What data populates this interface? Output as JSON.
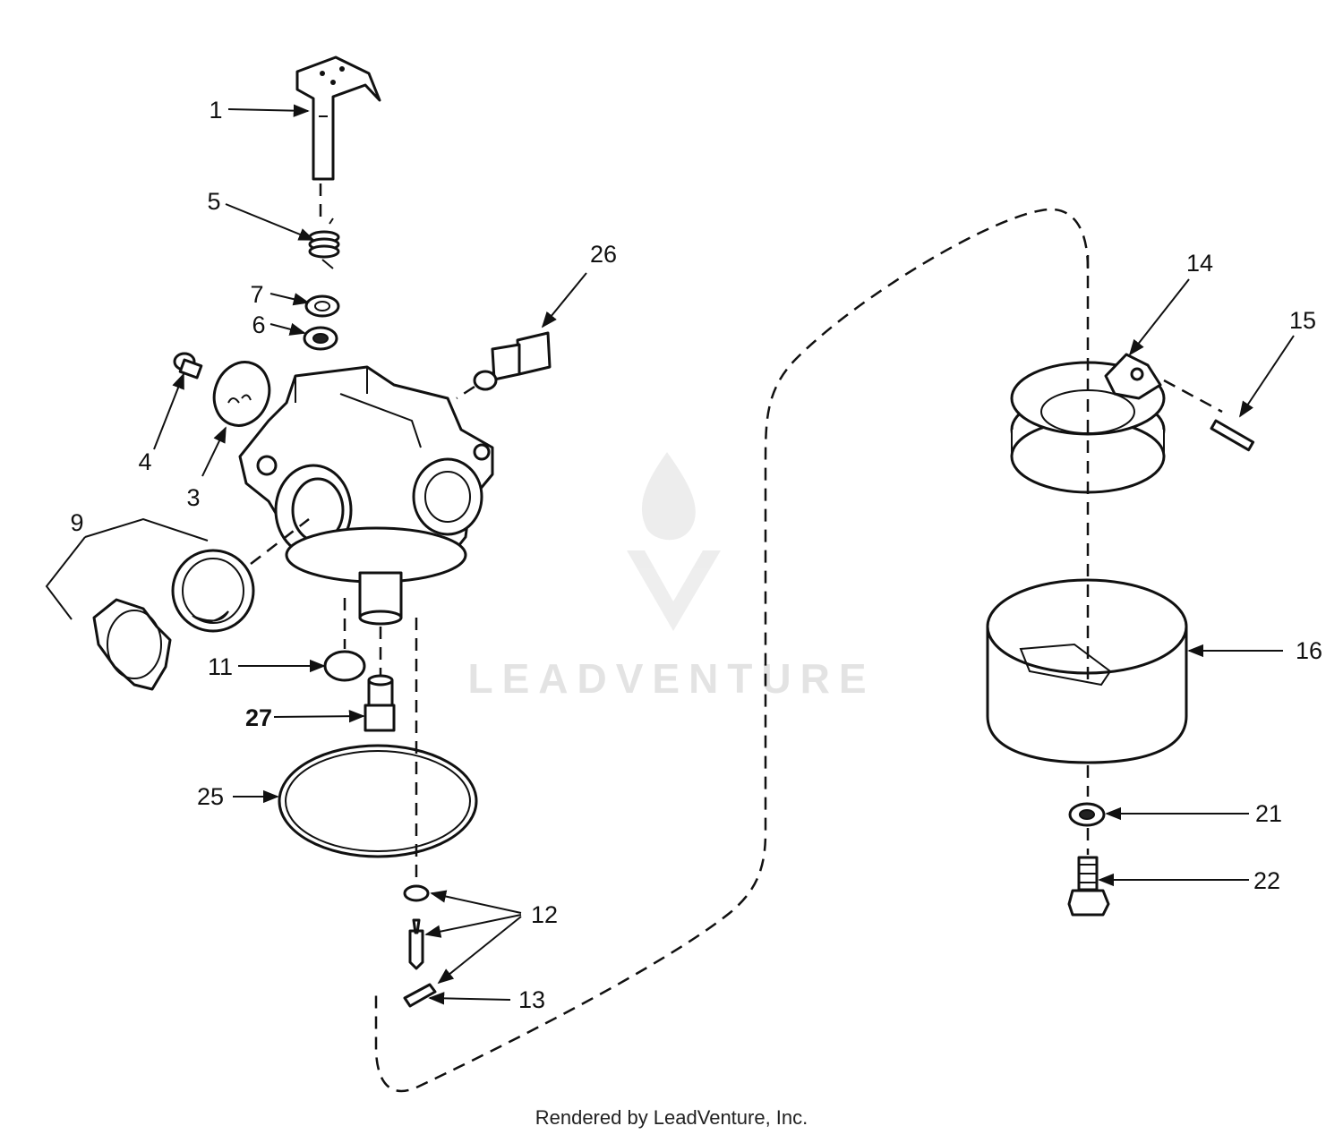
{
  "watermark": {
    "text": "LEADVENTURE"
  },
  "footer": {
    "text": "Rendered by LeadVenture, Inc."
  },
  "callouts": {
    "c1": "1",
    "c5": "5",
    "c7": "7",
    "c6": "6",
    "c4": "4",
    "c3": "3",
    "c9": "9",
    "c11": "11",
    "c27": "27",
    "c25": "25",
    "c12": "12",
    "c13": "13",
    "c26": "26",
    "c14": "14",
    "c15": "15",
    "c16": "16",
    "c21": "21",
    "c22": "22"
  }
}
